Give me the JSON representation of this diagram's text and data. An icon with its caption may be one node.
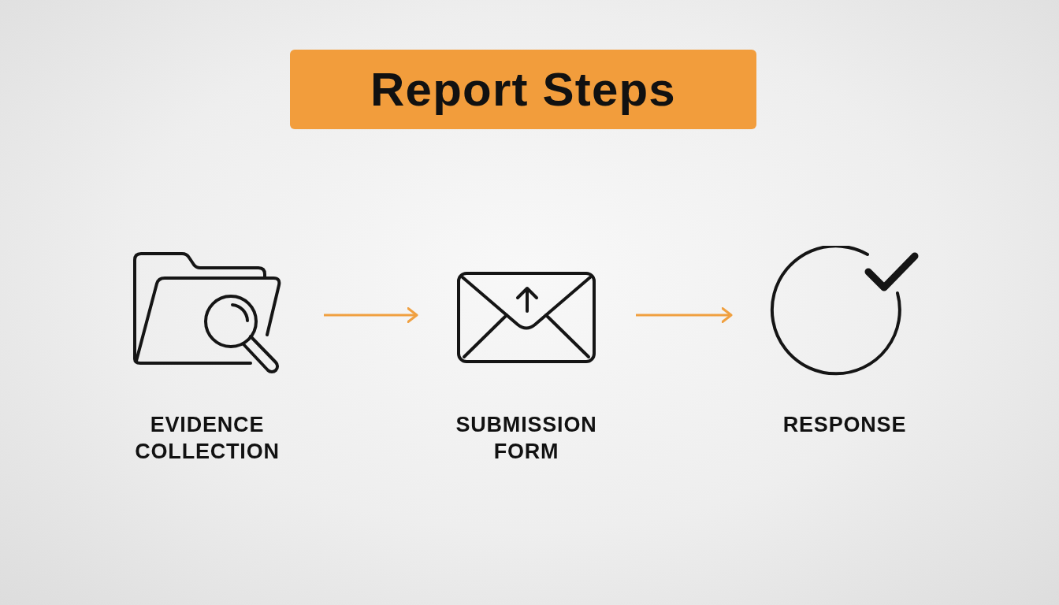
{
  "diagram": {
    "title": "Report Steps",
    "nodes": [
      {
        "text": [],
        "shape": "picture",
        "beside": [
          "EVIDENCE COLLECTION"
        ]
      },
      {
        "text": [],
        "shape": "picture",
        "beside": [
          "SUBMISSION FORM"
        ]
      },
      {
        "text": [],
        "shape": "picture",
        "beside": [
          "RESPONSE"
        ]
      }
    ],
    "edges": [
      {
        "from": 0,
        "to": 1,
        "arrow": "to"
      },
      {
        "from": 1,
        "to": 2,
        "arrow": "to"
      }
    ]
  }
}
